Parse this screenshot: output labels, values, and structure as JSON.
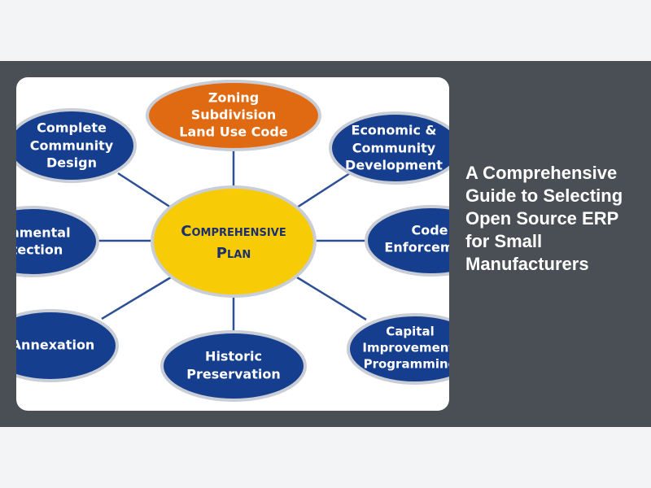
{
  "diagram": {
    "center": {
      "line1": "Comprehensive",
      "line2": "Plan"
    },
    "nodes": {
      "zoning": [
        "Zoning",
        "Subdivision",
        "Land Use Code"
      ],
      "complete_community": [
        "Complete",
        "Community",
        "Design"
      ],
      "economic": [
        "Economic &",
        "Community",
        "Development"
      ],
      "environmental": [
        "ronmental",
        "otection"
      ],
      "code_enforcement": [
        "Code",
        "Enforcem"
      ],
      "annexation": [
        "Annexation"
      ],
      "historic": [
        "Historic",
        "Preservation"
      ],
      "capital": [
        "Capital",
        "Improvement",
        "Programming"
      ]
    },
    "colors": {
      "node_fill": "#163e8f",
      "node_border": "#c9cdd6",
      "zoning_fill": "#e06a12",
      "center_fill": "#f7cb05",
      "connector": "#2c4f96"
    }
  },
  "article": {
    "title": "A Comprehensive Guide to Selecting Open Source ERP for Small Manufacturers"
  }
}
